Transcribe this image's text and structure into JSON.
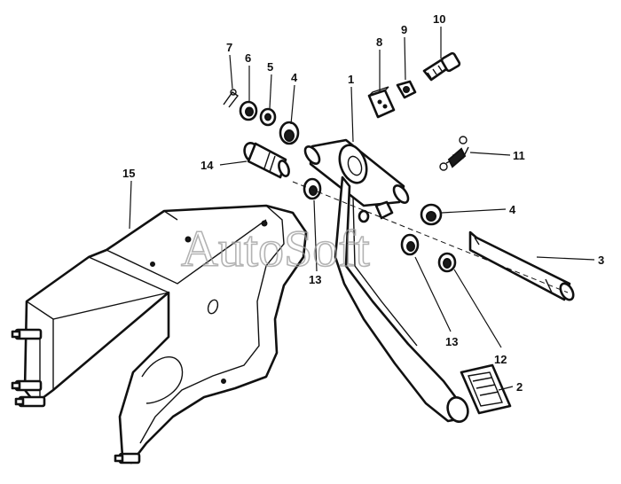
{
  "watermark": "AutoSoft",
  "callouts": {
    "c1": "1",
    "c2": "2",
    "c3": "3",
    "c4a": "4",
    "c4b": "4",
    "c5": "5",
    "c6": "6",
    "c7": "7",
    "c8": "8",
    "c9": "9",
    "c10": "10",
    "c11": "11",
    "c12": "12",
    "c13a": "13",
    "c13b": "13",
    "c14": "14",
    "c15": "15"
  }
}
